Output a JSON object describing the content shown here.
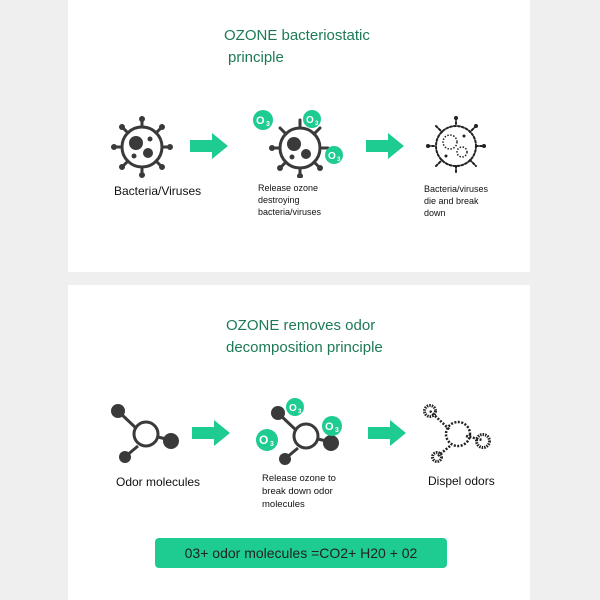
{
  "colors": {
    "accent": "#1ecb90",
    "title_text": "#1d7a55",
    "icon_dark": "#3a3a3a",
    "panel_bg": "#ffffff",
    "page_bg": "#efefef",
    "formula_bg": "#1ecb90"
  },
  "bacteriostatic": {
    "title_line1": "OZONE bacteriostatic",
    "title_line2": "principle",
    "steps": [
      {
        "icon": "bacteria-icon",
        "caption": "Bacteria/Viruses"
      },
      {
        "icon": "bacteria-ozone-icon",
        "caption": "Release ozone destroying bacteria/viruses"
      },
      {
        "icon": "broken-bacteria-icon",
        "caption": "Bacteria/viruses die and break down"
      }
    ],
    "ozone_badge": "O3"
  },
  "odor": {
    "title_line1": "OZONE removes odor",
    "title_line2": "decomposition principle",
    "steps": [
      {
        "icon": "odor-molecule-icon",
        "caption": "Odor molecules"
      },
      {
        "icon": "odor-molecule-ozone-icon",
        "caption": "Release ozone to break down odor molecules"
      },
      {
        "icon": "broken-molecule-icon",
        "caption": "Dispel odors"
      }
    ],
    "ozone_badge": "O3",
    "formula": "03+ odor molecules =CO2+ H20 + 02"
  }
}
